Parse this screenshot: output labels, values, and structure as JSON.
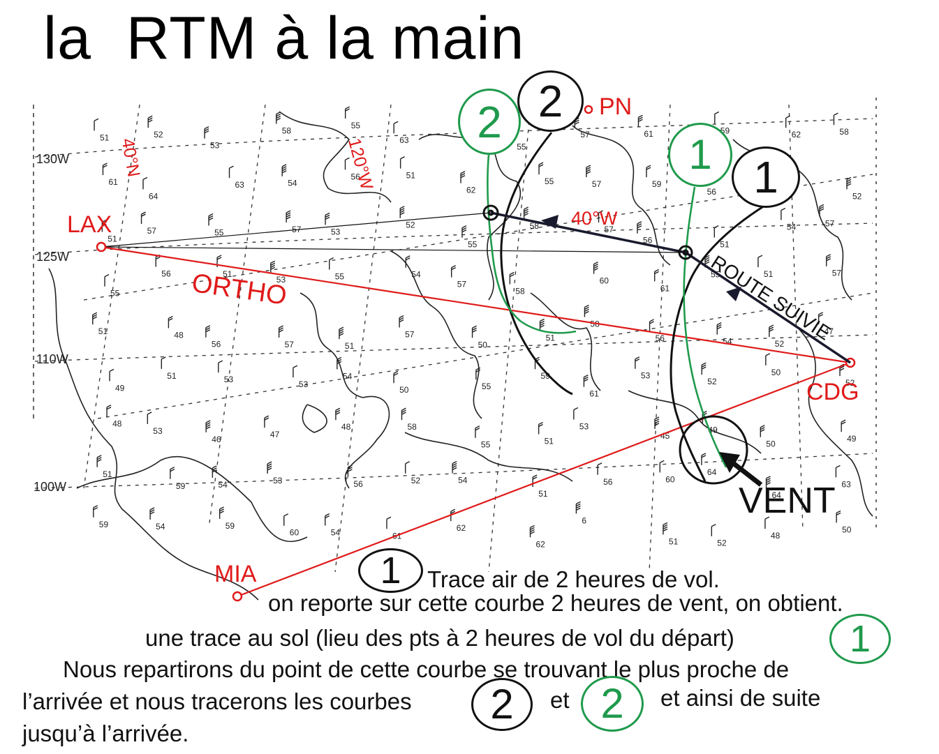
{
  "title": "la  RTM à la main",
  "colors": {
    "route_red": "#e01a1a",
    "green_curve": "#1f9a4c",
    "black_curve": "#111111",
    "map_line": "#222222"
  },
  "map": {
    "longitude_labels": [
      "130W",
      "125W",
      "110W",
      "100W"
    ],
    "red_annotations": {
      "lat_40n": "40°N",
      "lon_120w": "120°W",
      "lon_40w": "40°W",
      "pn": "PN",
      "ortho": "ORTHO"
    },
    "cities": {
      "lax": "LAX",
      "cdg": "CDG",
      "mia": "MIA"
    },
    "labels": {
      "route_suivie": "ROUTE SUIVIE",
      "vent": "VENT"
    },
    "badges": {
      "green_2": "2",
      "black_2": "2",
      "green_1": "1",
      "black_1": "1"
    },
    "station_values": [
      "51",
      "52",
      "53",
      "58",
      "55",
      "63",
      "51",
      "55",
      "57",
      "61",
      "59",
      "62",
      "58",
      "61",
      "64",
      "63",
      "54",
      "56",
      "51",
      "62",
      "55",
      "57",
      "59",
      "56",
      "57",
      "52",
      "51",
      "57",
      "55",
      "57",
      "53",
      "52",
      "55",
      "58",
      "57",
      "56",
      "51",
      "54",
      "57",
      "55",
      "56",
      "51",
      "53",
      "55",
      "54",
      "57",
      "58",
      "60",
      "61",
      "55",
      "51",
      "57",
      "51",
      "48",
      "56",
      "57",
      "51",
      "57",
      "50",
      "51",
      "58",
      "56",
      "54",
      "52",
      "47",
      "49",
      "51",
      "53",
      "53",
      "54",
      "50",
      "55",
      "59",
      "61",
      "53",
      "52",
      "50",
      "52",
      "48",
      "53",
      "46",
      "47",
      "48",
      "58",
      "55",
      "51",
      "53",
      "45",
      "49",
      "50",
      "49",
      "51",
      "59",
      "54",
      "53",
      "56",
      "52",
      "54",
      "51",
      "56",
      "60",
      "64",
      "64",
      "63",
      "59",
      "54",
      "59",
      "60",
      "54",
      "61",
      "62",
      "62",
      "6",
      "51",
      "52",
      "48",
      "50"
    ]
  },
  "notes": {
    "line1": "Trace air de 2 heures de vol.",
    "line1_badge": "1",
    "line2": "on reporte sur cette courbe 2 heures de vent, on obtient.",
    "line3": "une trace au sol (lieu des pts à 2 heures de vol du départ)",
    "line3_badge": "1",
    "line4": "Nous repartirons du point de cette courbe se trouvant le plus proche de",
    "line5": "l’arrivée et nous tracerons les courbes",
    "line5_badge_black": "2",
    "line5_et": "et",
    "line5_badge_green": "2",
    "line5_end": "et ainsi de suite",
    "line6": "jusqu’à l’arrivée."
  }
}
